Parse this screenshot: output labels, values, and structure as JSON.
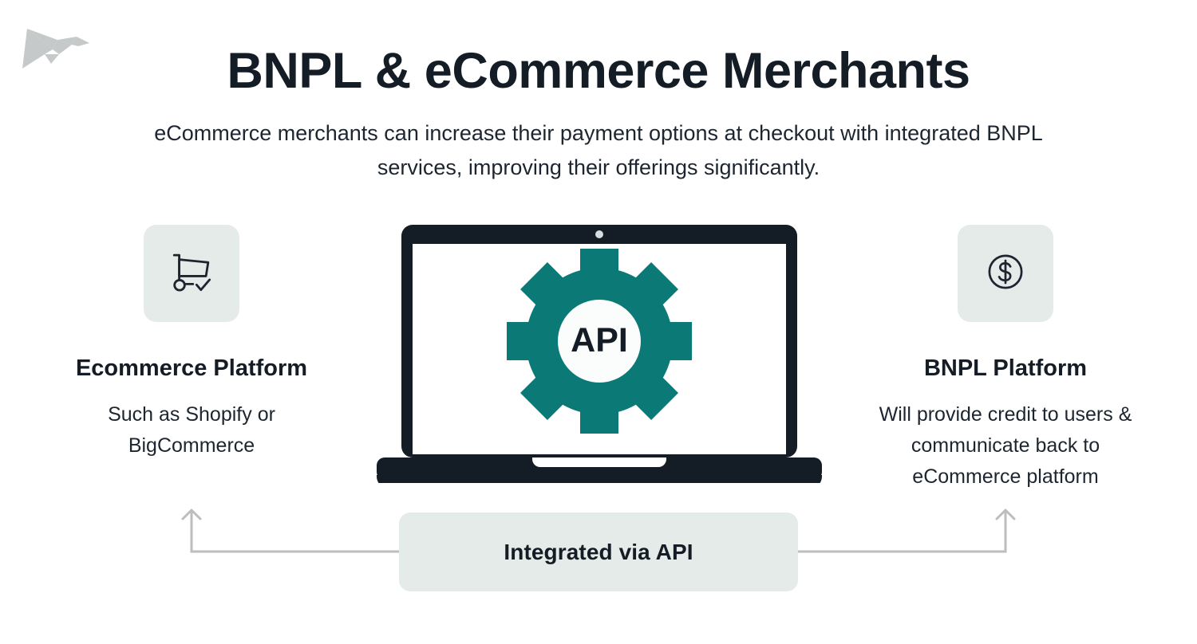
{
  "brand": {
    "logo_icon": "origami-bird-logo",
    "logo_color": "#c6c9c9"
  },
  "header": {
    "title": "BNPL & eCommerce Merchants",
    "subtitle": "eCommerce merchants can increase their payment options at checkout with integrated BNPL services, improving their offerings significantly."
  },
  "theme": {
    "text_dark": "#141c26",
    "tile_bg": "#e4ebe9",
    "accent_teal": "#0b7a77",
    "connector_gray": "#bdbdbd",
    "laptop_dark": "#141c26"
  },
  "columns": {
    "left": {
      "icon": "shopping-cart-check-icon",
      "title": "Ecommerce Platform",
      "description": "Such as Shopify or BigCommerce"
    },
    "right": {
      "icon": "dollar-circle-icon",
      "title": "BNPL Platform",
      "description": "Will provide credit to users & communicate back to eCommerce platform"
    }
  },
  "center": {
    "device_icon": "laptop-icon",
    "gear_icon": "gear-icon",
    "gear_label": "API",
    "webcam_icon": "webcam-dot-icon"
  },
  "connector": {
    "label": "Integrated via API",
    "left_arrow_icon": "arrow-up-icon",
    "right_arrow_icon": "arrow-up-icon"
  }
}
